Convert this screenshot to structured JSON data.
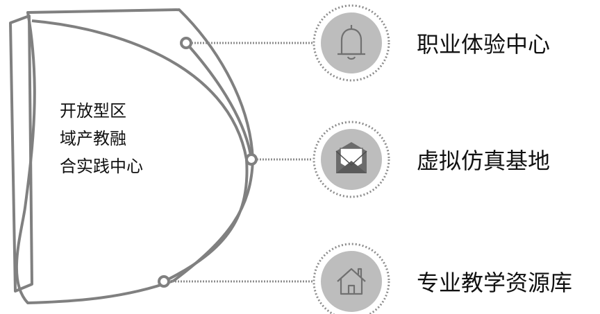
{
  "center": {
    "lines": [
      "开放型区",
      "域产教融",
      "合实践中心"
    ]
  },
  "items": [
    {
      "label": "职业体验中心",
      "icon": "bell-icon"
    },
    {
      "label": "虚拟仿真基地",
      "icon": "envelope-icon"
    },
    {
      "label": "专业教学资源库",
      "icon": "house-icon"
    }
  ],
  "colors": {
    "outline": "#808080",
    "circle_fill": "#bdbdbd",
    "icon_stroke": "#707070",
    "dotted": "#8c8c8c"
  }
}
